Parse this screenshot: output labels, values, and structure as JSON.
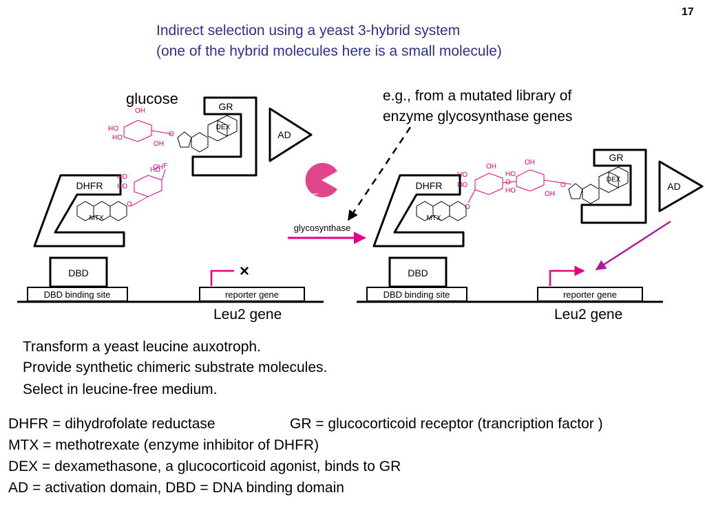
{
  "page_number": "17",
  "title": {
    "line1": "Indirect selection using a yeast 3-hybrid system",
    "line2": "(one of the hybrid molecules here is a small molecule)"
  },
  "labels": {
    "glucose": "glucose",
    "note_line1": "e.g., from a mutated library of",
    "note_line2": "enzyme glycosynthase genes",
    "leu2_left": "Leu2 gene",
    "leu2_right": "Leu2 gene"
  },
  "diagram": {
    "gr": "GR",
    "dex": "DEX",
    "ad": "AD",
    "dhfr": "DHFR",
    "mtx": "MTX",
    "dbd": "DBD",
    "dbd_site": "DBD binding site",
    "reporter": "reporter gene",
    "enzyme": "E",
    "glycosynthase": "glycosynthase",
    "blocked_mark": "×",
    "chem": {
      "oh": "OH",
      "ho": "HO",
      "o": "O",
      "f": "F"
    }
  },
  "steps": [
    "Transform a yeast leucine auxotroph.",
    "Provide synthetic chimeric substrate molecules.",
    "Select in leucine-free medium."
  ],
  "definitions": {
    "dhfr": "DHFR = dihydrofolate reductase",
    "gr": "GR = glucocorticoid receptor (trancription factor )",
    "mtx": "MTX = methotrexate (enzyme inhibitor of DHFR)",
    "dex": "DEX = dexamethasone, a glucocorticoid agonist, binds to GR",
    "ad": "AD = activation domain, DBD = DNA binding domain"
  },
  "colors": {
    "title": "#2E3192",
    "magenta": "#E3007E",
    "enzyme_fill": "#E0468C",
    "purple_arrow": "#B5179E"
  }
}
